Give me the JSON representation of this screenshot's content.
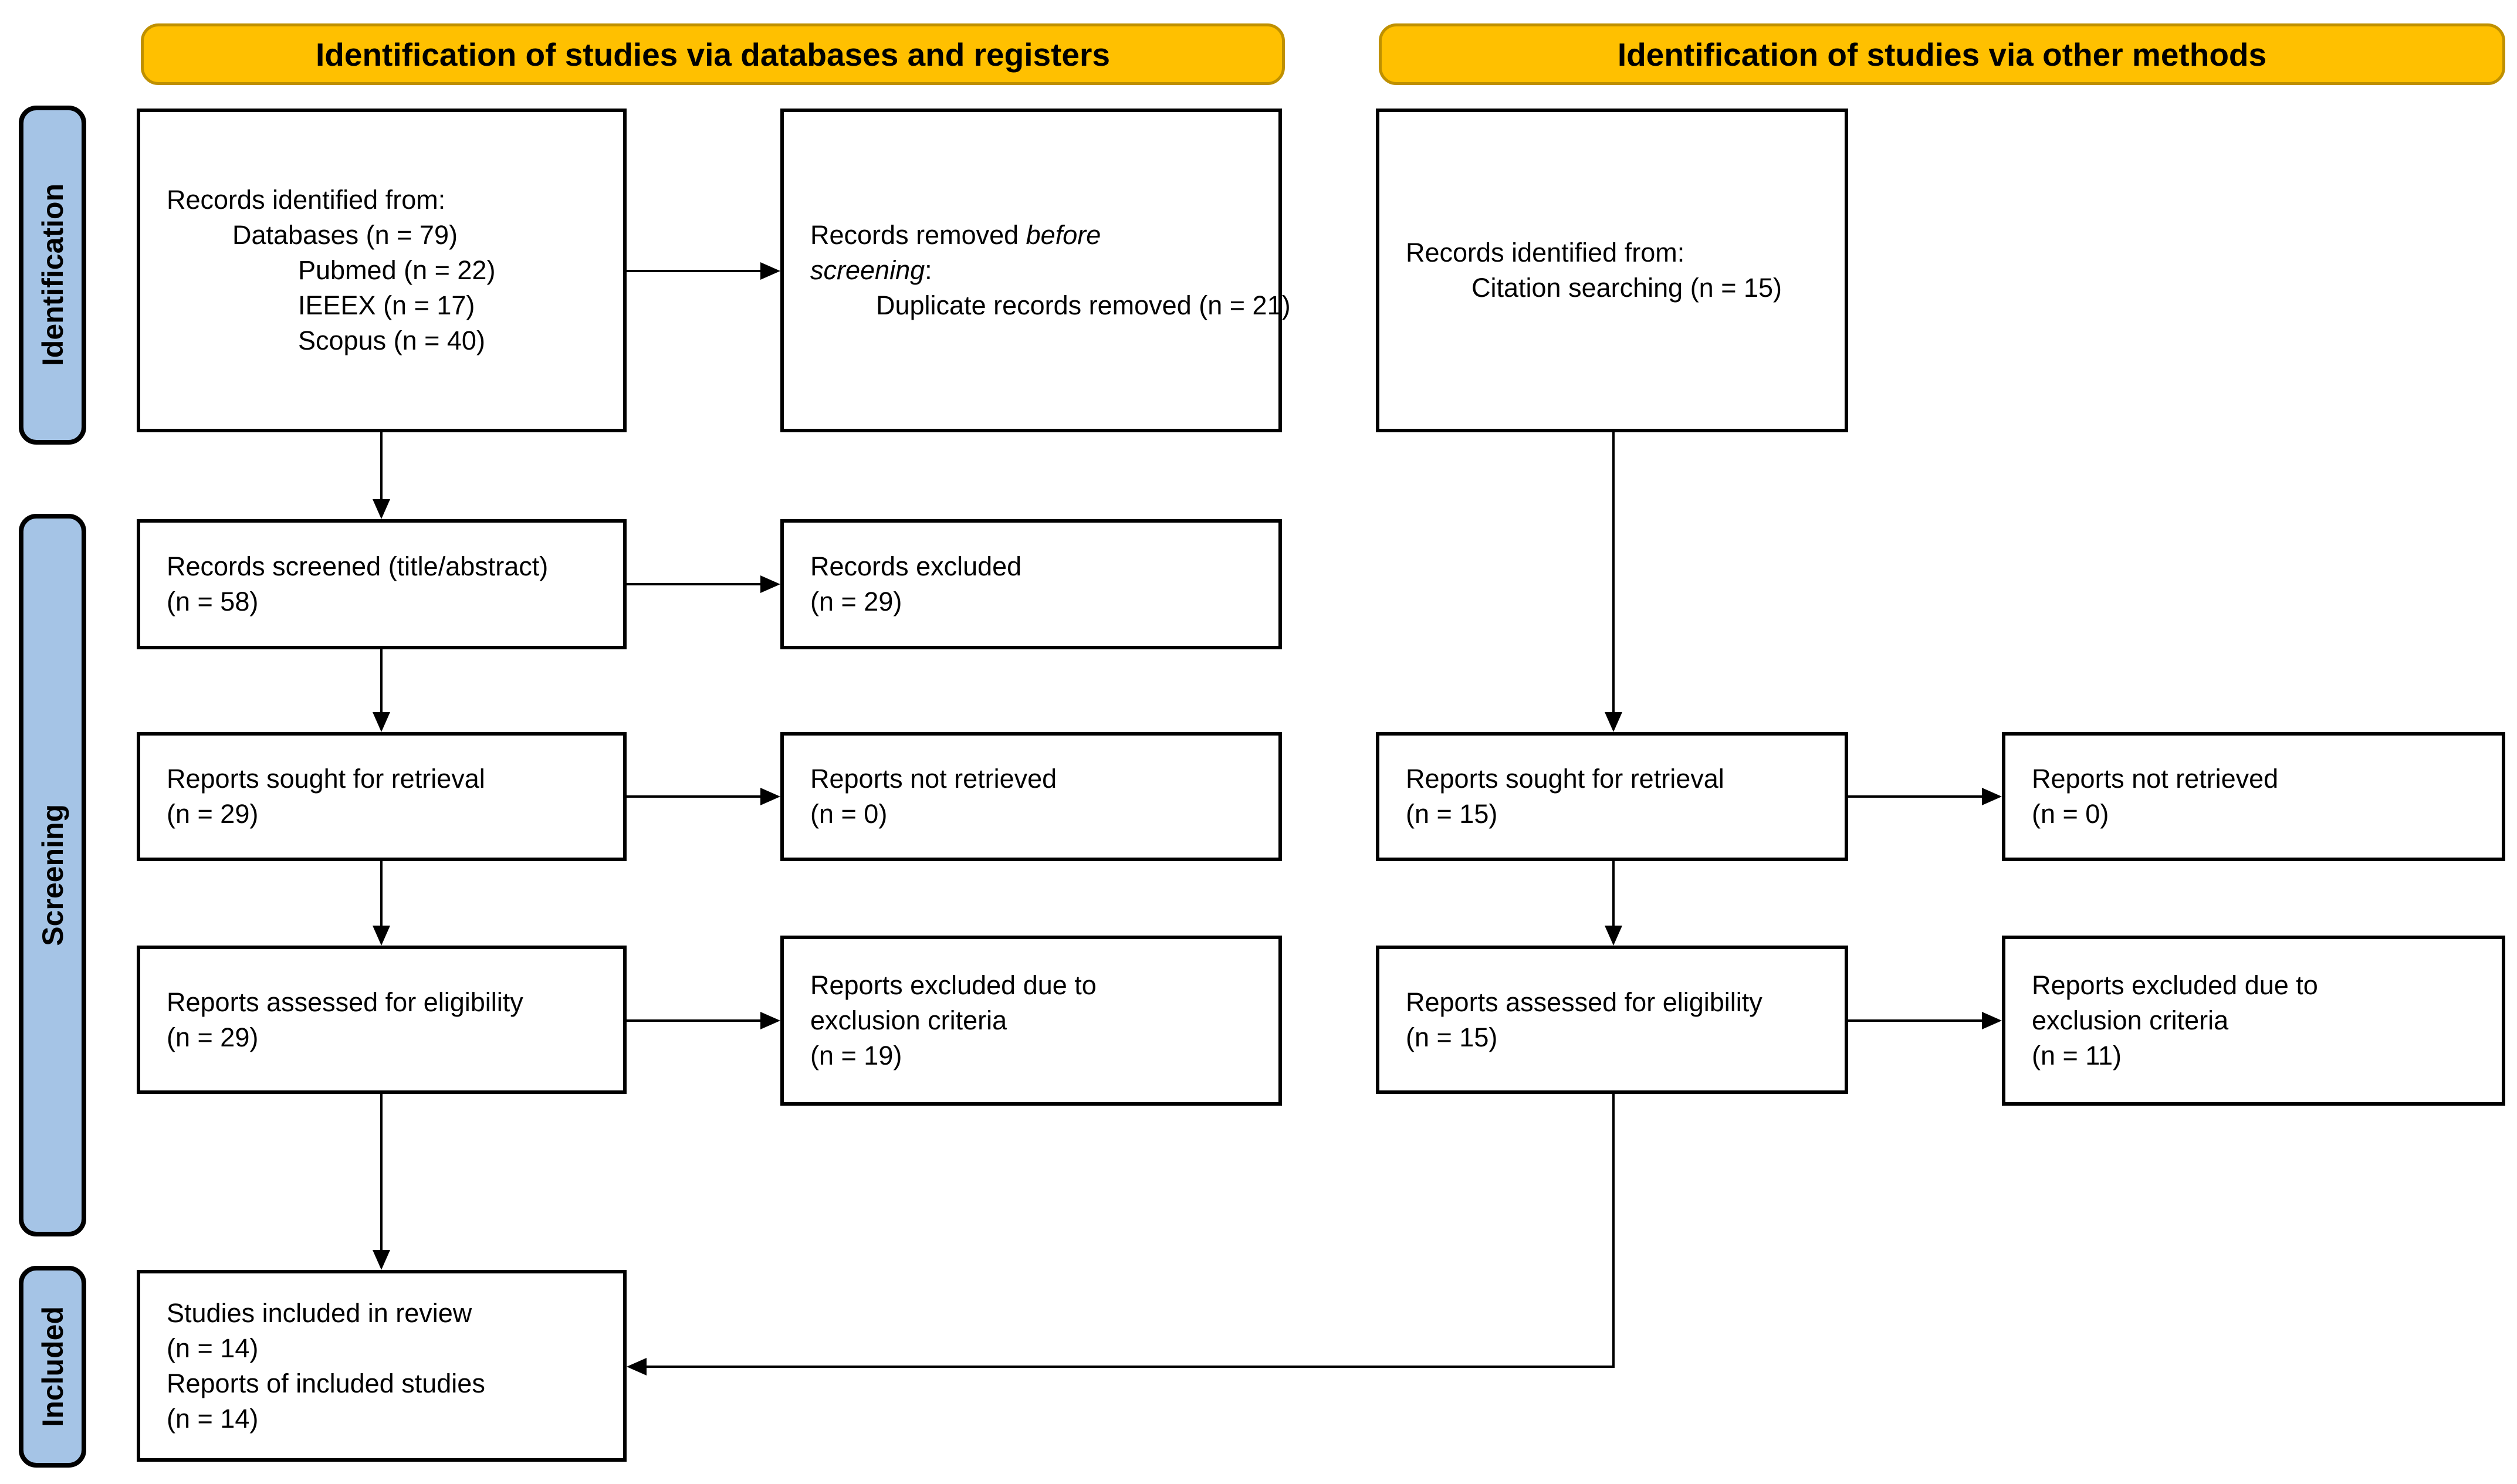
{
  "headers": {
    "databases": "Identification of studies via databases and registers",
    "other": "Identification of studies via other methods"
  },
  "stages": {
    "identification": "Identification",
    "screening": "Screening",
    "included": "Included"
  },
  "colors": {
    "header_fill": "#FFC000",
    "header_border": "#BF9000",
    "stage_fill": "#A5C4E6",
    "box_border": "#000000",
    "arrow": "#000000"
  },
  "boxes": {
    "db_identified": {
      "l1": "Records identified from:",
      "l2": "Databases (n = 79)",
      "l3": "Pubmed (n = 22)",
      "l4": "IEEEX (n = 17)",
      "l5": "Scopus (n = 40)"
    },
    "removed_before": {
      "pre": "Records removed ",
      "italic": "before screening",
      "post": ":",
      "l2": "Duplicate records removed (n = 21)"
    },
    "other_identified": {
      "l1": "Records identified from:",
      "l2": "Citation searching (n = 15)"
    },
    "screened": {
      "l1": "Records screened (title/abstract)",
      "l2": "(n = 58)"
    },
    "excluded": {
      "l1": "Records excluded",
      "l2": "(n = 29)"
    },
    "sought_db": {
      "l1": "Reports sought for retrieval",
      "l2": "(n = 29)"
    },
    "not_retrieved_db": {
      "l1": "Reports not retrieved",
      "l2": "(n = 0)"
    },
    "sought_other": {
      "l1": "Reports sought for retrieval",
      "l2": "(n = 15)"
    },
    "not_retrieved_other": {
      "l1": "Reports not retrieved",
      "l2": "(n = 0)"
    },
    "assessed_db": {
      "l1": "Reports assessed for eligibility",
      "l2": "(n = 29)"
    },
    "excl_criteria_db": {
      "l1": "Reports excluded due to",
      "l2": "exclusion criteria",
      "l3": "(n = 19)"
    },
    "assessed_other": {
      "l1": "Reports assessed for eligibility",
      "l2": "(n = 15)"
    },
    "excl_criteria_other": {
      "l1": "Reports excluded due to",
      "l2": "exclusion criteria",
      "l3": "(n = 11)"
    },
    "included_review": {
      "l1": "Studies included in review",
      "l2": "(n = 14)",
      "l3": "Reports of included studies",
      "l4": "(n = 14)"
    }
  }
}
